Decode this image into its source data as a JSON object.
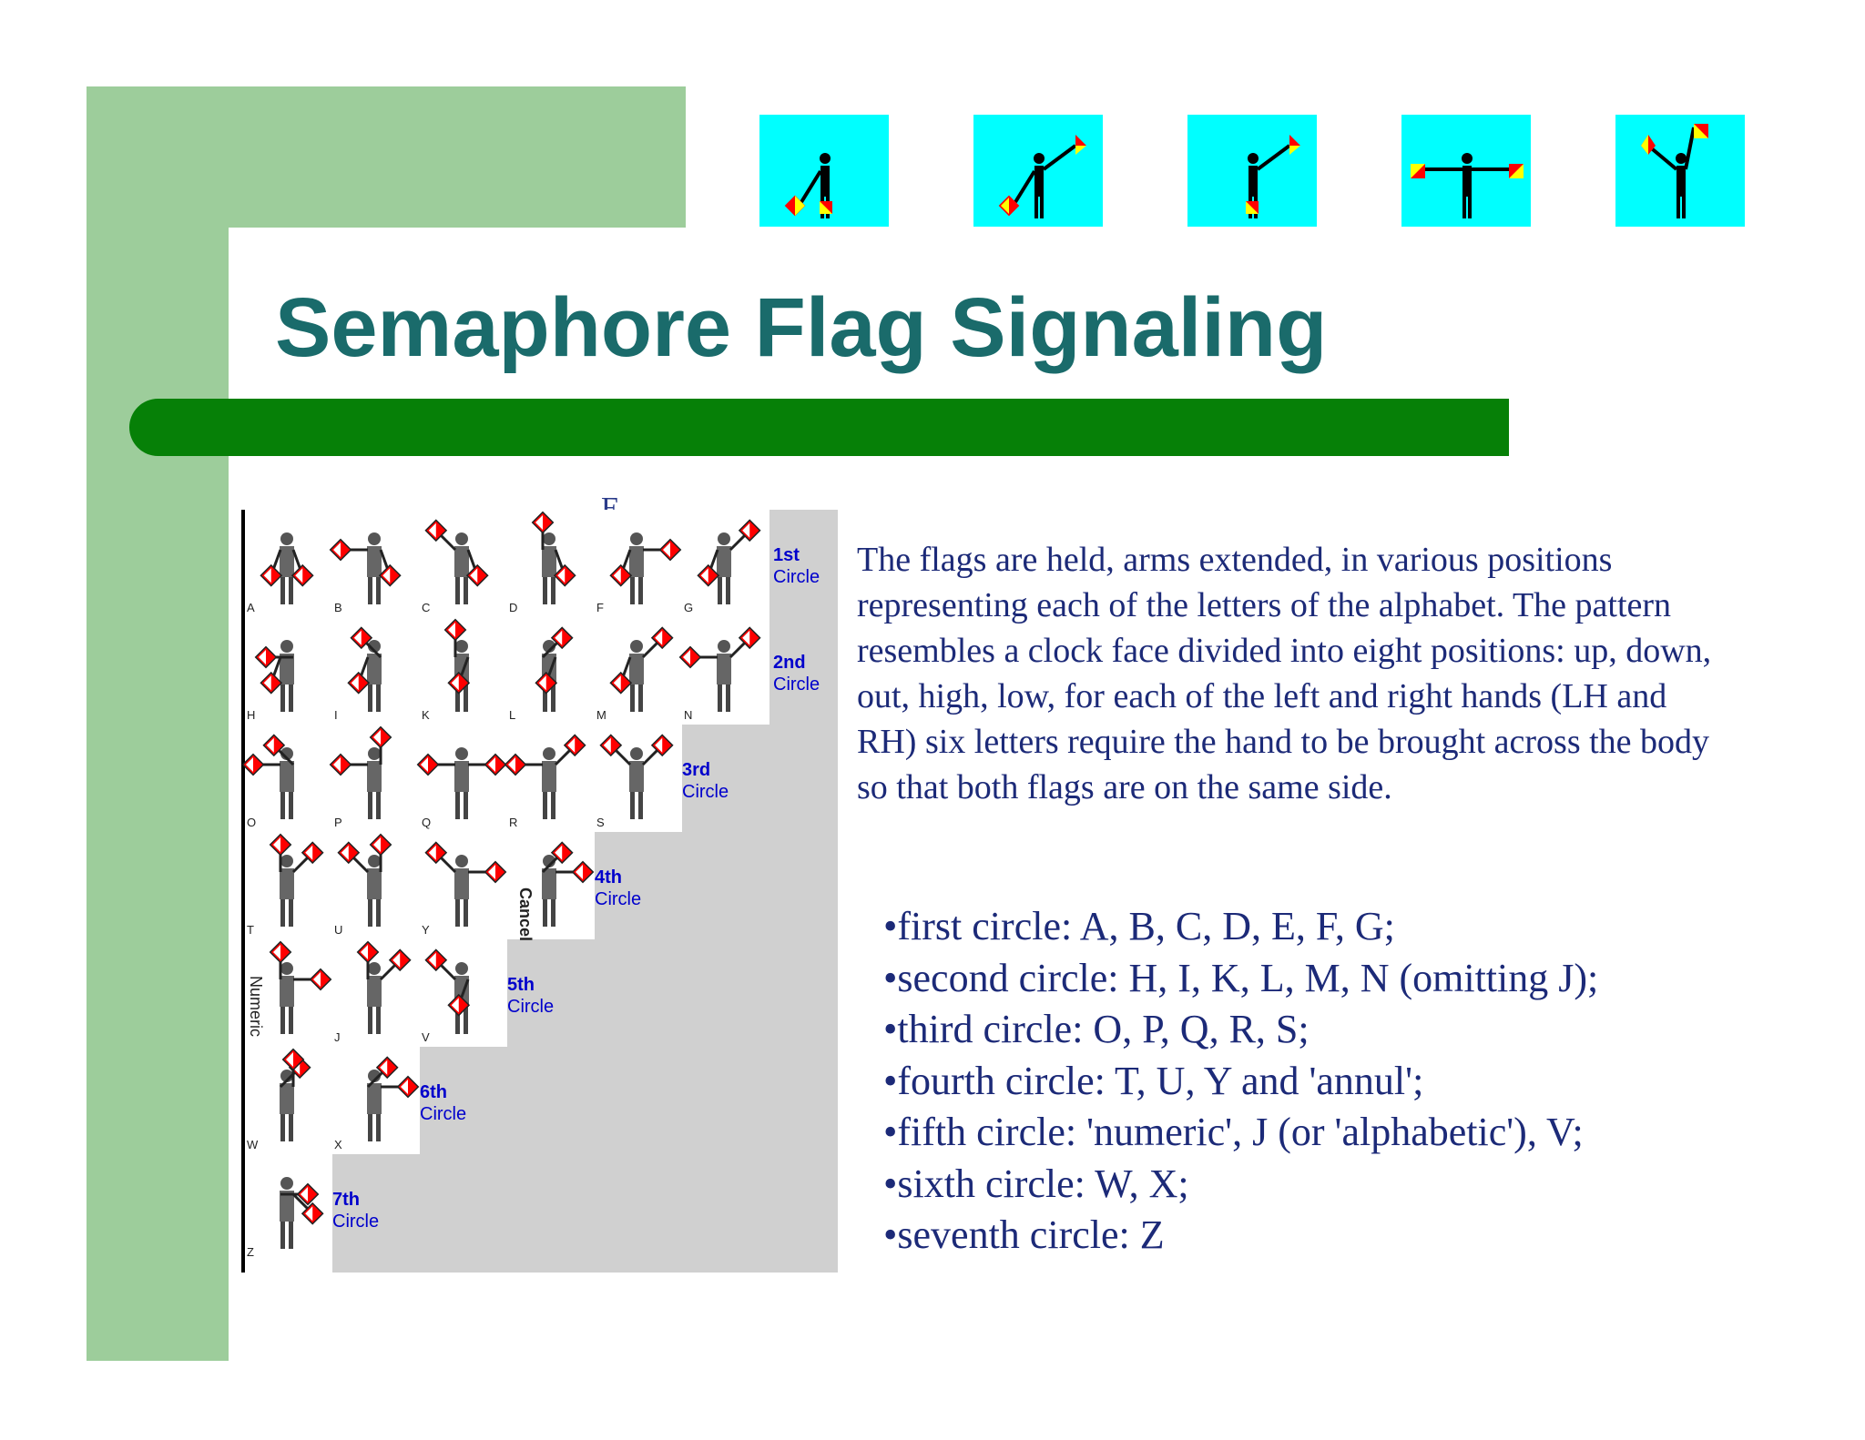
{
  "slide": {
    "title": "Semaphore Flag Signaling",
    "description": "The flags are held, arms extended, in various positions representing each of the letters of the alphabet. The pattern resembles a clock face divided into eight positions: up, down, out, high, low, for each of the left and right hands (LH and RH) six letters require the hand to be brought across the body so that both flags are on the same side.",
    "circles": [
      "•first circle: A, B, C, D, E, F, G;",
      "•second circle: H, I, K, L, M, N (omitting J);",
      "•third circle: O, P, Q, R, S;",
      "•fourth circle: T, U, Y and 'annul';",
      "•fifth circle: 'numeric', J (or 'alphabetic'), V;",
      "•sixth circle: W, X;",
      "•seventh circle: Z"
    ]
  },
  "colors": {
    "title": "#1a6b6b",
    "accent_green": "#068007",
    "light_green": "#9dcd9b",
    "flag_box": "#00ffff",
    "flag_red": "#ff0000",
    "flag_yellow": "#ffff00",
    "body_text": "#1c2a78",
    "circle_label": "#0000cc"
  },
  "chart": {
    "top_letter": "E",
    "rows": [
      {
        "letters": [
          "A",
          "B",
          "C",
          "D",
          "F",
          "G"
        ],
        "label": [
          "1st",
          "Circle"
        ]
      },
      {
        "letters": [
          "H",
          "I",
          "K",
          "L",
          "M",
          "N"
        ],
        "label": [
          "2nd",
          "Circle"
        ]
      },
      {
        "letters": [
          "O",
          "P",
          "Q",
          "R",
          "S"
        ],
        "label": [
          "3rd",
          "Circle"
        ]
      },
      {
        "letters": [
          "T",
          "U",
          "Y",
          ""
        ],
        "label": [
          "4th",
          "Circle"
        ]
      },
      {
        "letters": [
          "",
          "J",
          "V"
        ],
        "label": [
          "5th",
          "Circle"
        ]
      },
      {
        "letters": [
          "W",
          "X"
        ],
        "label": [
          "6th",
          "Circle"
        ]
      },
      {
        "letters": [
          "Z"
        ],
        "label": [
          "7th",
          "Circle"
        ]
      }
    ],
    "cancel_text": "Cancel",
    "numeric_text": "Numeric"
  }
}
